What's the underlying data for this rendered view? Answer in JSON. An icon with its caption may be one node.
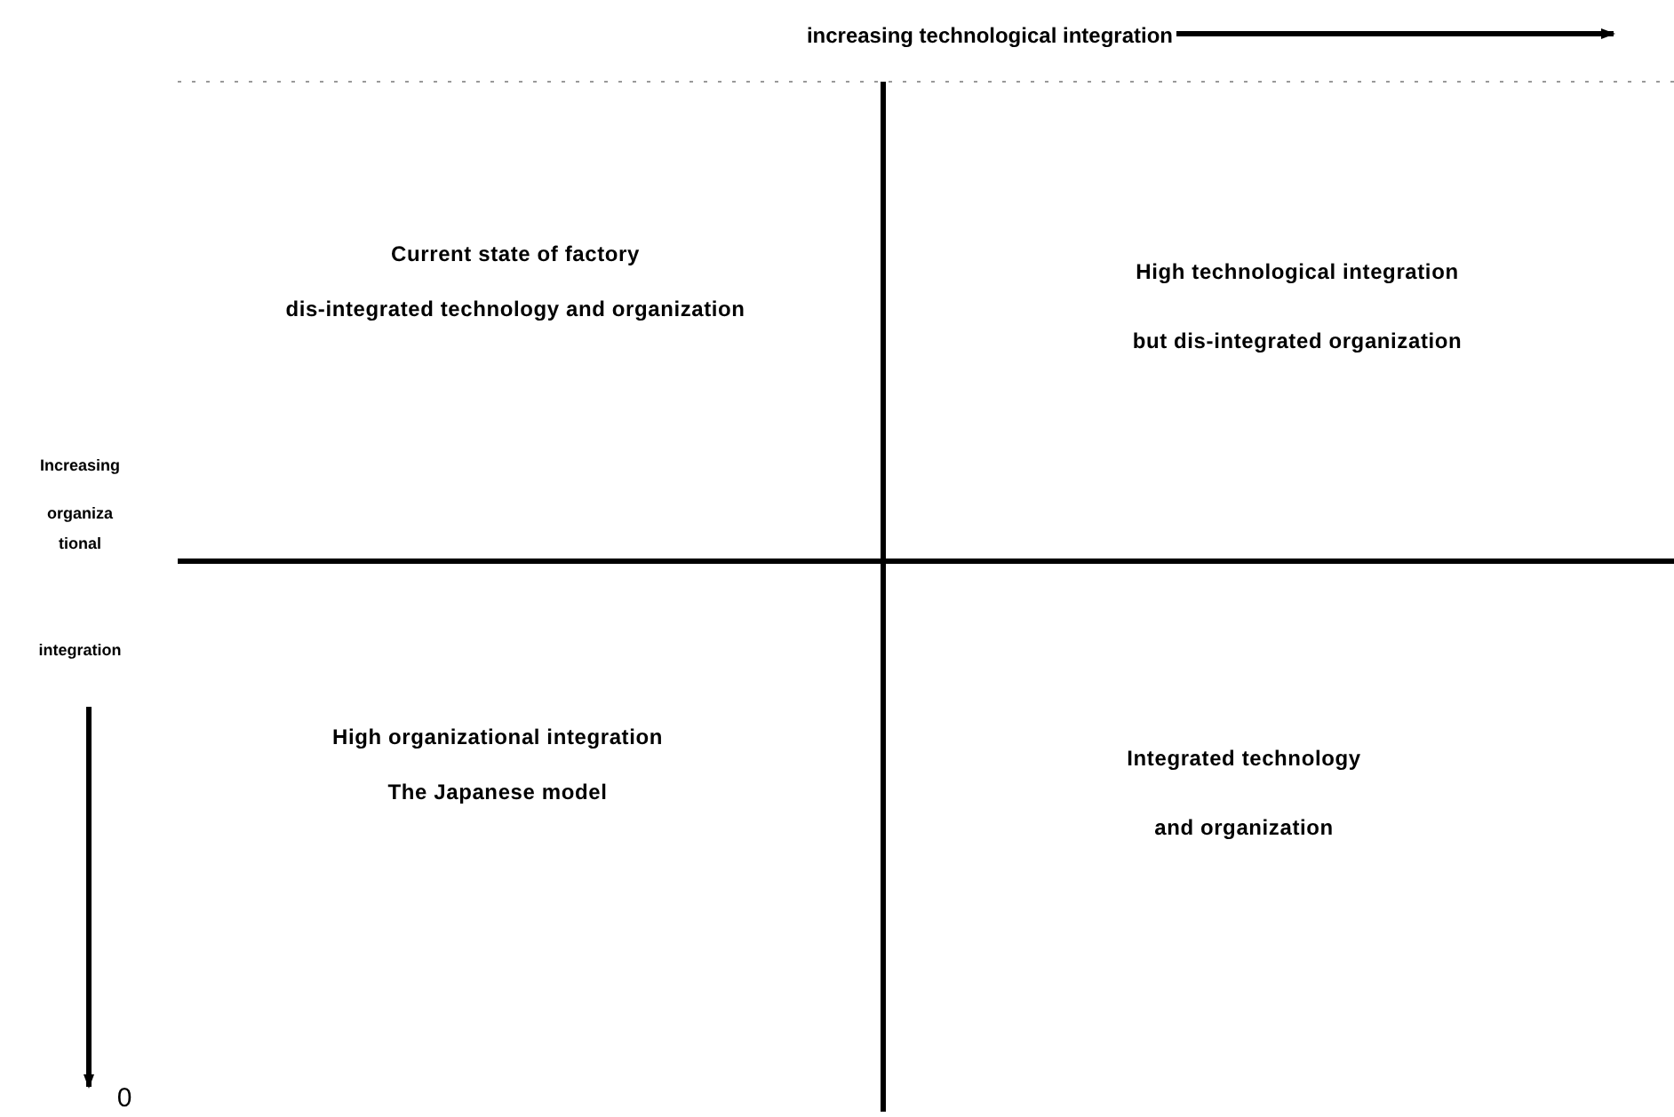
{
  "diagram": {
    "nodes": [
      {
        "text": [
          "Current state of factory",
          "dis-integrated technology and organization"
        ]
      },
      {
        "text": [
          "High technological integration",
          "but dis-integrated organization"
        ]
      },
      {
        "text": [
          "High organizational integration",
          "The Japanese model"
        ]
      },
      {
        "text": [
          "Integrated technology",
          "and organization"
        ]
      }
    ],
    "labels": [
      "increasing technological integration",
      "Increasing",
      "organiza",
      "tional",
      "integration",
      "0"
    ]
  }
}
